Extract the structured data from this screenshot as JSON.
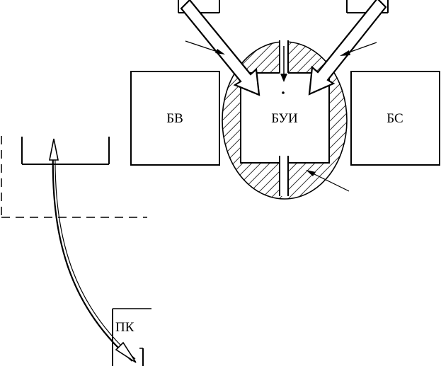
{
  "blocks": {
    "bv": {
      "label": "БВ"
    },
    "bui": {
      "label": "БУИ"
    },
    "bs": {
      "label": "БС"
    },
    "pk": {
      "label": "ПК"
    }
  },
  "colors": {
    "stroke": "#000000",
    "background": "#ffffff",
    "hatch": "#000000"
  }
}
